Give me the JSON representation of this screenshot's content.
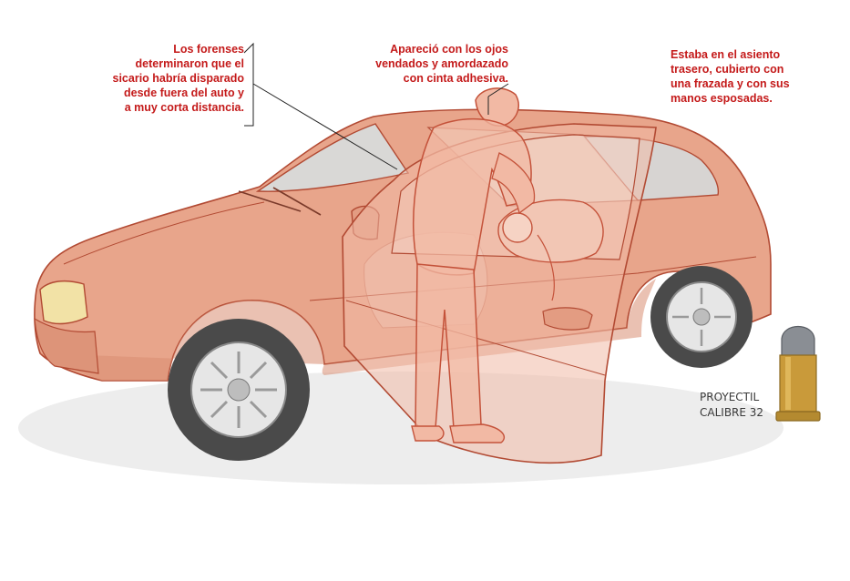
{
  "colors": {
    "callout_text": "#c41a1a",
    "leader_line": "#222222",
    "car_body": "#e8a58b",
    "car_outline": "#b24a33",
    "person": "#f2b9a4",
    "tire": "#4a4a4a",
    "bullet_brass": "#c99a3a",
    "bullet_lead": "#8a8e94",
    "label_text": "#3a3a3a"
  },
  "callouts": {
    "left": [
      "Los forenses",
      "determinaron que el",
      "sicario habría disparado",
      "desde fuera del auto y",
      "a muy corta distancia."
    ],
    "center": [
      "Apareció con los ojos",
      "vendados y amordazado",
      "con cinta adhesiva."
    ],
    "right": [
      "Estaba en el asiento",
      "trasero, cubierto con",
      "una frazada y con sus",
      "manos esposadas."
    ]
  },
  "bullet_label": [
    "PROYECTIL",
    "CALIBRE 32"
  ],
  "icons": {
    "car": "hatchback-car-illustration",
    "person": "forensic-investigator-figure",
    "victim": "victim-figure",
    "bullet": "bullet-cartridge-icon"
  }
}
